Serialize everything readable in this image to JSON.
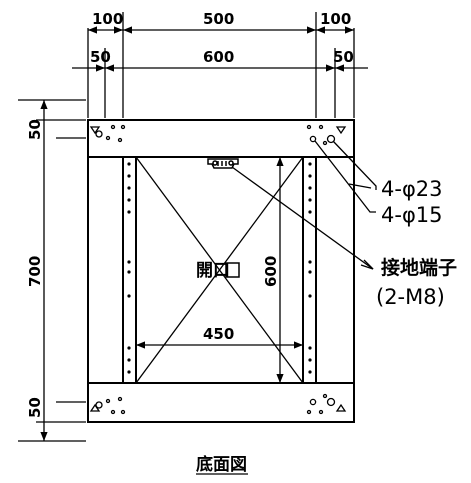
{
  "dimensions": {
    "top_left_100": "100",
    "top_500": "500",
    "top_right_100": "100",
    "left_50": "50",
    "width_600": "600",
    "right_50": "50",
    "side_50_top": "50",
    "height_700": "700",
    "side_50_bottom": "50",
    "inner_600": "600",
    "inner_450": "450"
  },
  "labels": {
    "opening": "開口",
    "hole_23": "4-φ23",
    "hole_15": "4-φ15",
    "ground_terminal": "接地端子",
    "ground_spec": "(2-M8)",
    "title": "底面図"
  }
}
